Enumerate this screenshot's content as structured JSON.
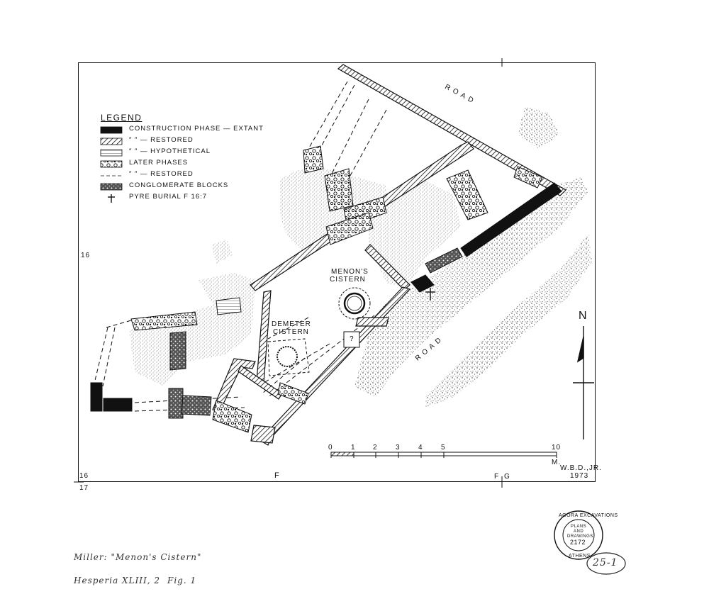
{
  "legend": {
    "title": "LEGEND",
    "items": [
      {
        "label": "CONSTRUCTION PHASE — EXTANT"
      },
      {
        "label": "″           ″      — RESTORED"
      },
      {
        "label": "″           ″      — HYPOTHETICAL"
      },
      {
        "label": "LATER PHASES"
      },
      {
        "label": "″        ″     — RESTORED"
      },
      {
        "label": "CONGLOMERATE BLOCKS"
      },
      {
        "label": "PYRE BURIAL  F 16:7"
      }
    ]
  },
  "labels": {
    "road_top": "ROAD",
    "road_bottom": "ROAD",
    "menon_1": "MENON'S",
    "menon_2": "CISTERN",
    "demeter_1": "DEMETER",
    "demeter_2": "CISTERN",
    "question": "?",
    "north": "N"
  },
  "grid": {
    "row_16": "16",
    "row_16b": "16",
    "row_17": "17",
    "col_f": "F",
    "col_fg_f": "F",
    "col_fg_g": "G"
  },
  "scale": {
    "ticks": [
      "0",
      "1",
      "2",
      "3",
      "4",
      "5",
      "10"
    ],
    "unit": "M."
  },
  "credit": {
    "author": "W.B.D.,JR.",
    "year": "1973"
  },
  "stamp": {
    "outer_top": "AGORA EXCAVATIONS",
    "outer_bottom": "ATHENS",
    "line1": "PLANS",
    "line2": "AND",
    "line3": "DRAWINGS",
    "number": "2172"
  },
  "annotations": {
    "ref": "25-1",
    "caption1": "Miller: \"Menon's Cistern\"",
    "caption2": "Hesperia XLIII, 2",
    "caption3": "Fig. 1"
  }
}
